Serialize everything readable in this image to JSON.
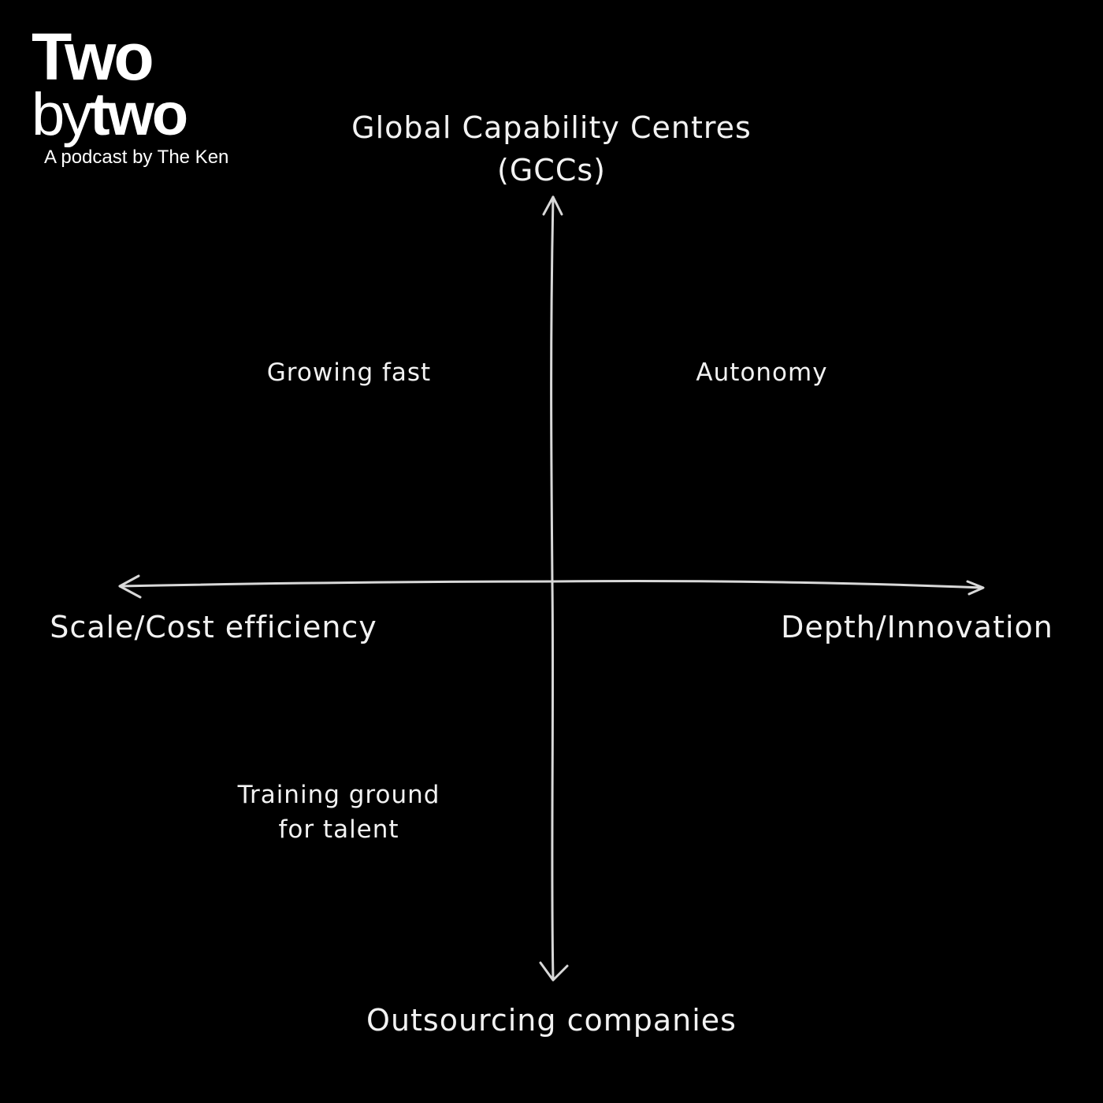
{
  "logo": {
    "line1": "Two",
    "line2_light": "by",
    "line2_bold": "two",
    "tagline": "A podcast by The Ken"
  },
  "axes": {
    "top": [
      "Global Capability Centres",
      "(GCCs)"
    ],
    "bottom": "Outsourcing companies",
    "left": "Scale/Cost efficiency",
    "right": "Depth/Innovation"
  },
  "quadrants": {
    "top_left": "Growing fast",
    "top_right": "Autonomy",
    "bottom_left": [
      "Training ground",
      "for talent"
    ]
  },
  "colors": {
    "background": "#000000",
    "ink": "#f2f2f2",
    "axis": "#d8d8d8"
  }
}
